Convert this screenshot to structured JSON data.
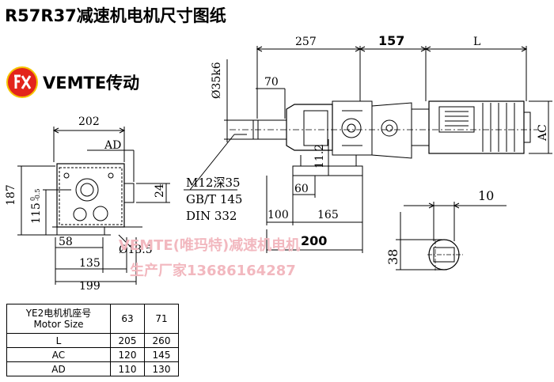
{
  "title": "R57R37减速机电机尺寸图纸",
  "logo": {
    "text": "VEMTE传动",
    "icon": "vemte-logo-icon"
  },
  "watermark": {
    "line1": "VEMTE(唯玛特)减速机电机",
    "line2": "生产厂家13686164287"
  },
  "dims": {
    "d202": "202",
    "dAD": "AD",
    "d187": "187",
    "d115": "115",
    "d115tol": "0",
    "d115tol2": "-0.5",
    "d24": "24",
    "d58": "58",
    "d135": "135",
    "d199": "199",
    "dhole": "Ø13.5",
    "d257": "257",
    "d157": "157",
    "dL": "L",
    "dshaft": "Ø35k6",
    "d70": "70",
    "d60": "60",
    "d11": "11.2",
    "dAC": "AC",
    "d100": "100",
    "d165": "165",
    "d200": "200",
    "d10": "10",
    "d38": "38"
  },
  "specs": {
    "thread": "M12深35",
    "std1": "GB/T 145",
    "std2": "DIN 332"
  },
  "table": {
    "header_line1": "YE2电机机座号",
    "header_line2": "Motor Size",
    "sizes": [
      "63",
      "71"
    ],
    "rows": [
      {
        "label": "L",
        "values": [
          "205",
          "260"
        ]
      },
      {
        "label": "AC",
        "values": [
          "120",
          "145"
        ]
      },
      {
        "label": "AD",
        "values": [
          "110",
          "130"
        ]
      }
    ]
  },
  "colors": {
    "logo_red": "#e3241b",
    "logo_yellow": "#f5c400",
    "watermark": "#f2b8bf"
  }
}
